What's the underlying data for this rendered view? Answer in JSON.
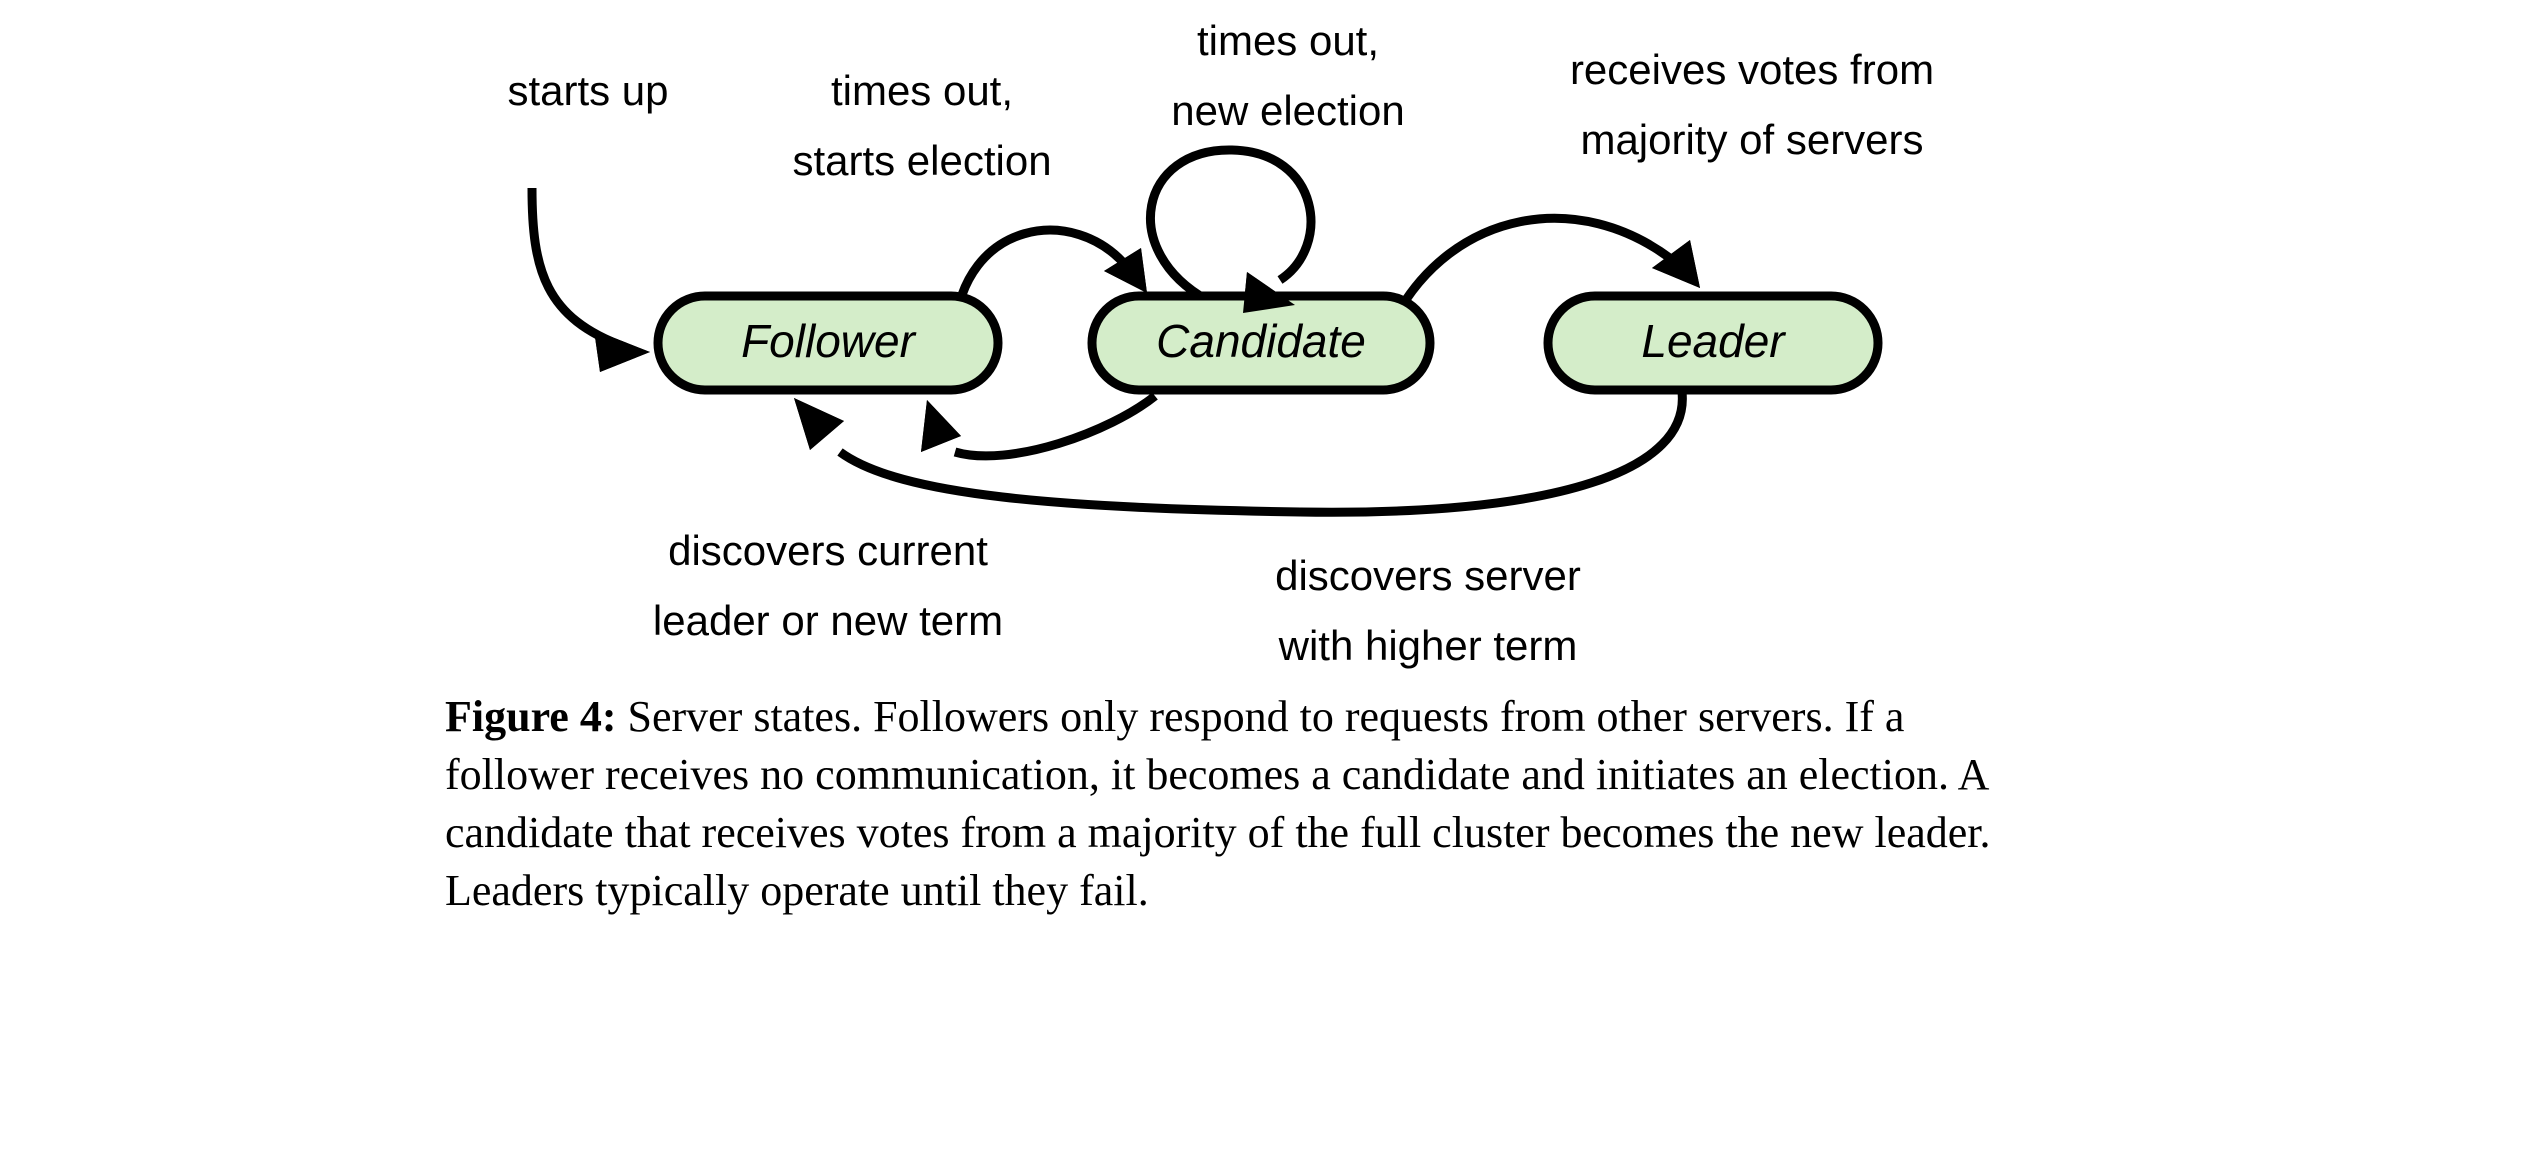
{
  "figure": {
    "caption_label": "Figure 4:",
    "caption_body": " Server states. Followers only respond to requests from other servers. If a follower receives no communication, it becomes a candidate and initiates an election. A candidate that receives votes from a majority of the full cluster becomes the new leader. Leaders typically operate until they fail."
  },
  "diagram": {
    "type": "state-machine",
    "background": "#ffffff",
    "node_fill": "#d4edc9",
    "node_stroke": "#000000",
    "edge_stroke": "#000000",
    "states": [
      {
        "id": "follower",
        "label": "Follower"
      },
      {
        "id": "candidate",
        "label": "Candidate"
      },
      {
        "id": "leader",
        "label": "Leader"
      }
    ],
    "transitions": [
      {
        "id": "startup",
        "from": "start",
        "to": "follower",
        "label_lines": [
          "starts up"
        ]
      },
      {
        "id": "follower-to-candidate",
        "from": "follower",
        "to": "candidate",
        "label_lines": [
          "times out,",
          "starts election"
        ]
      },
      {
        "id": "candidate-self",
        "from": "candidate",
        "to": "candidate",
        "label_lines": [
          "times out,",
          "new election"
        ]
      },
      {
        "id": "candidate-to-leader",
        "from": "candidate",
        "to": "leader",
        "label_lines": [
          "receives votes from",
          "majority of servers"
        ]
      },
      {
        "id": "candidate-to-follower",
        "from": "candidate",
        "to": "follower",
        "label_lines": [
          "discovers current",
          "leader or new term"
        ]
      },
      {
        "id": "leader-to-follower",
        "from": "leader",
        "to": "follower",
        "label_lines": [
          "discovers server",
          "with higher term"
        ]
      }
    ]
  }
}
